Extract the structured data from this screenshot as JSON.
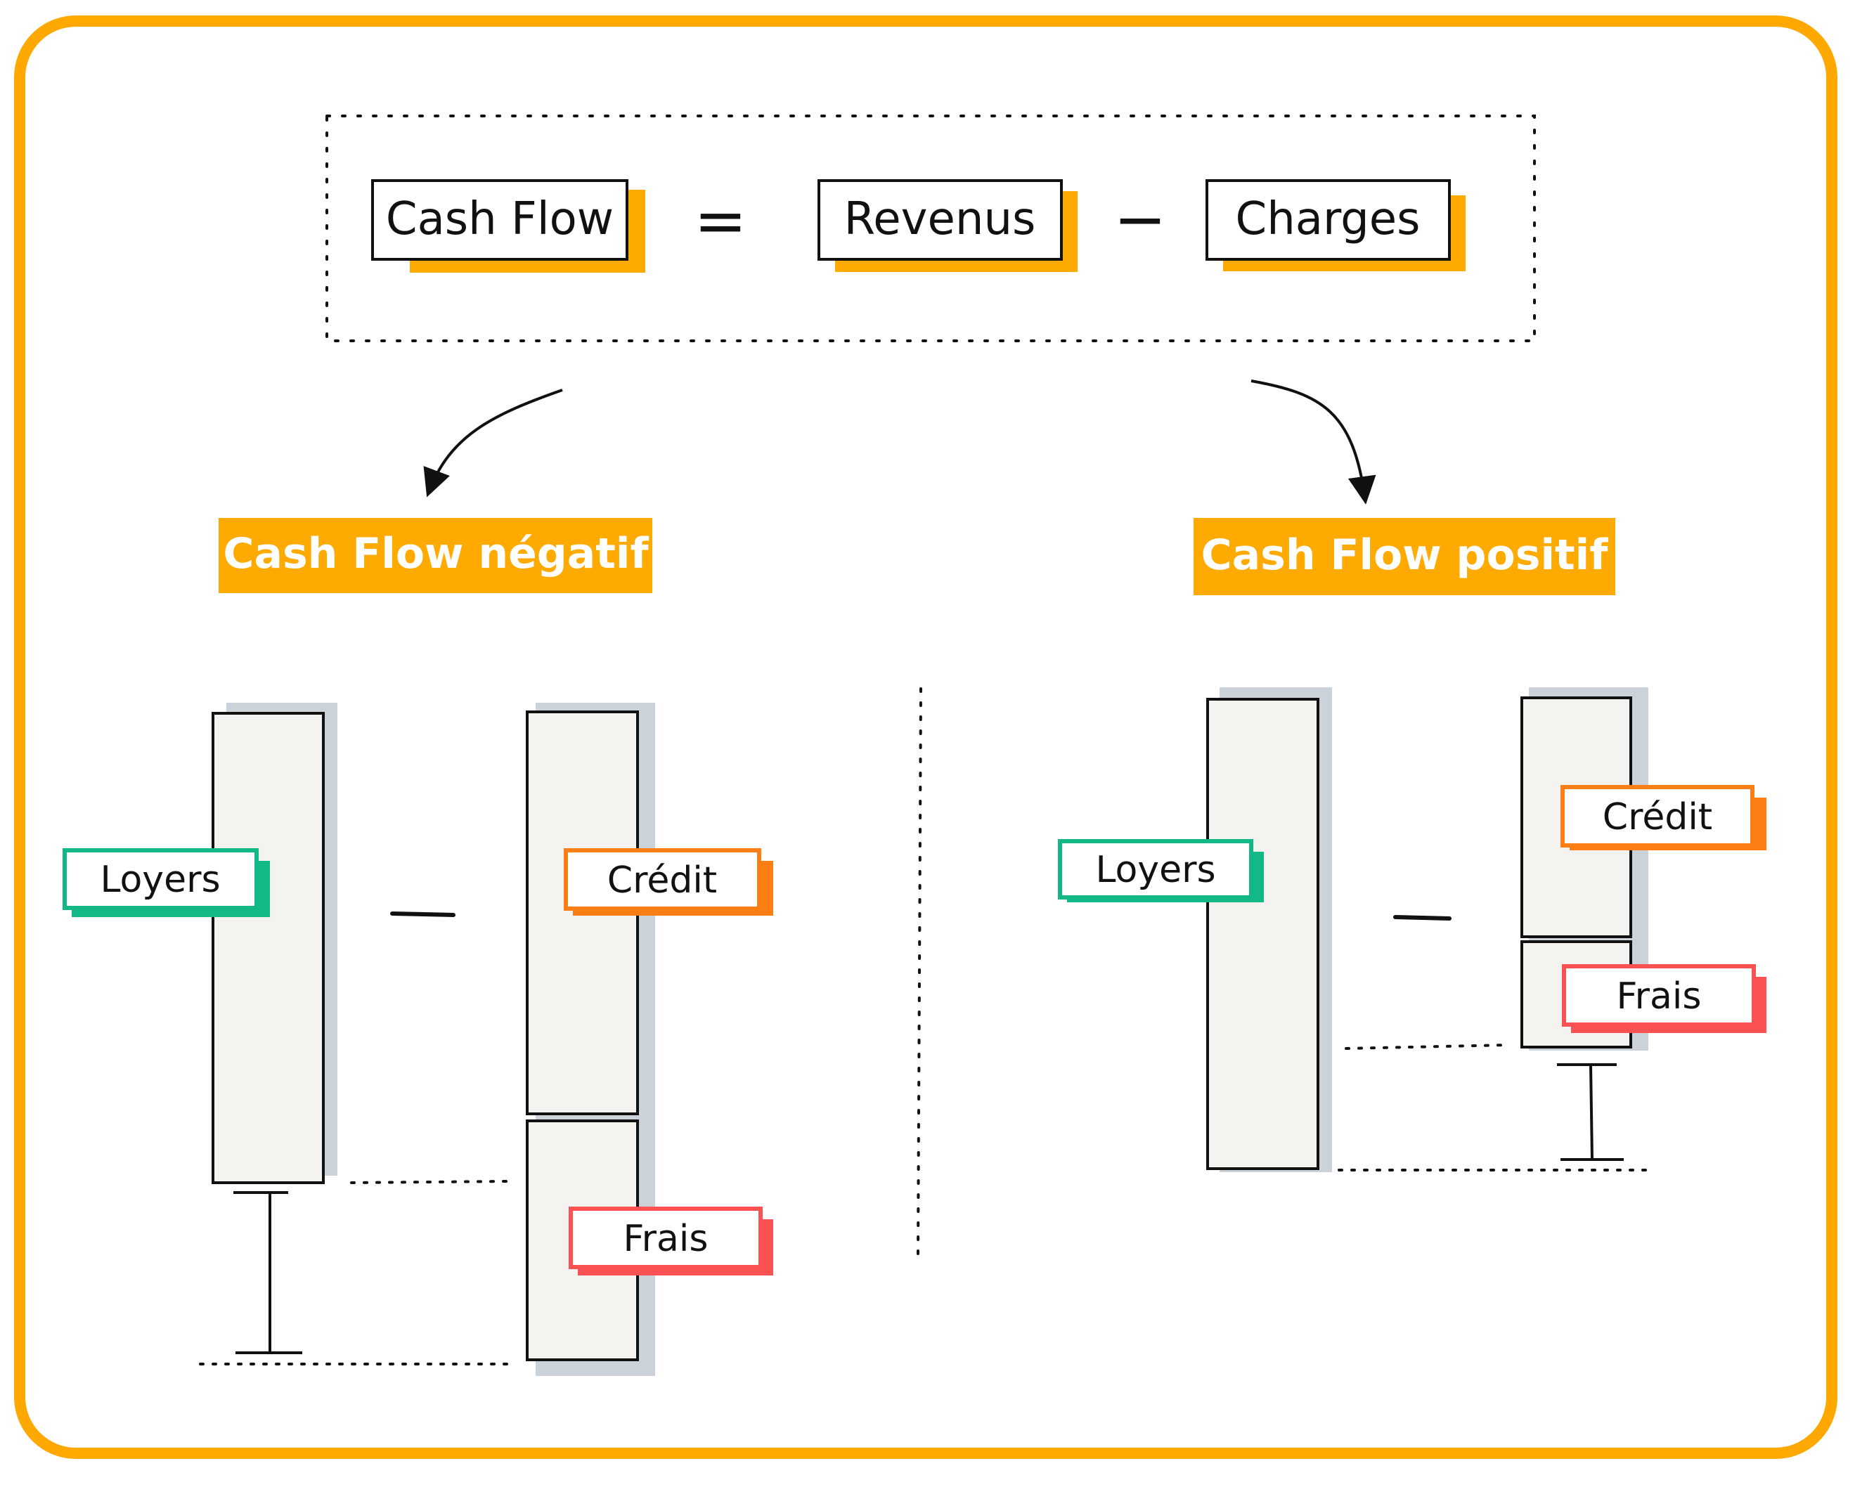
{
  "formula": {
    "cash_flow": "Cash Flow",
    "equals": "=",
    "revenus": "Revenus",
    "minus": "−",
    "charges": "Charges"
  },
  "left": {
    "title": "Cash Flow négatif",
    "loyers": "Loyers",
    "credit": "Crédit",
    "frais": "Frais"
  },
  "right": {
    "title": "Cash Flow positif",
    "loyers": "Loyers",
    "credit": "Crédit",
    "frais": "Frais"
  },
  "colors": {
    "accent": "#ffaa00",
    "frame": "#ffa800",
    "bar_fill": "#f4f3ef",
    "bar_shadow": "#ccd2da",
    "loyers": "#12b886",
    "credit": "#fd7e14",
    "frais": "#fa5252"
  }
}
